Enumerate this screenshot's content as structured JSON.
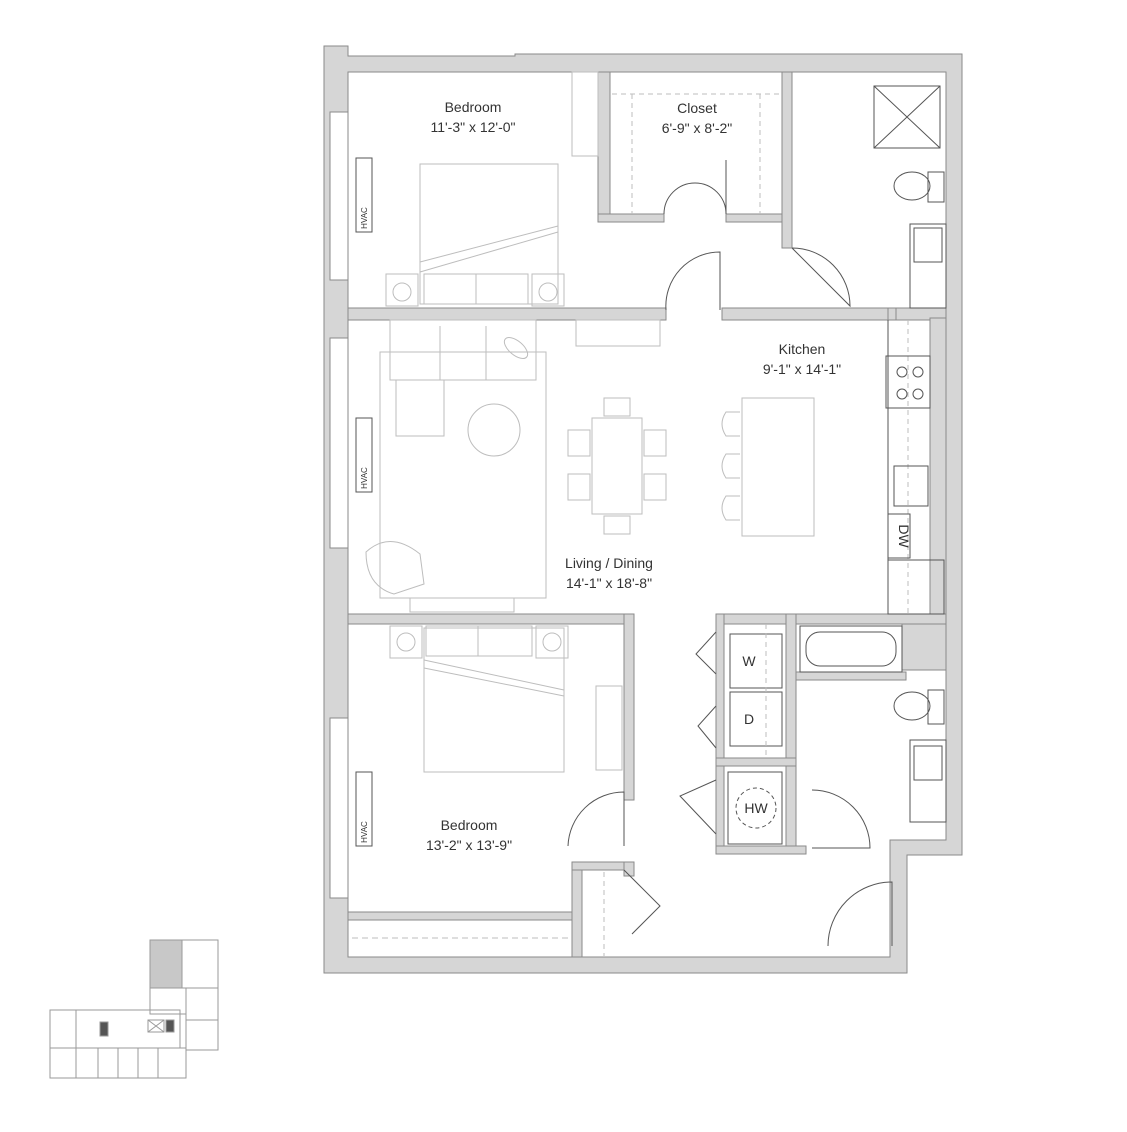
{
  "rooms": {
    "bedroom_top": {
      "name": "Bedroom",
      "dims": "11'-3\" x 12'-0\""
    },
    "closet": {
      "name": "Closet",
      "dims": "6'-9\" x 8'-2\""
    },
    "kitchen": {
      "name": "Kitchen",
      "dims": "9'-1\" x 14'-1\""
    },
    "living": {
      "name": "Living / Dining",
      "dims": "14'-1\" x 18'-8\""
    },
    "bedroom_bottom": {
      "name": "Bedroom",
      "dims": "13'-2\" x 13'-9\""
    }
  },
  "appliances": {
    "washer": "W",
    "dryer": "D",
    "water_heater": "HW",
    "dishwasher": "DW",
    "hvac": "HVAC"
  },
  "colors": {
    "wall": "#d6d6d6",
    "wall_edge": "#8a8a8a",
    "line": "#555555",
    "fixture": "#bdbdbd"
  }
}
